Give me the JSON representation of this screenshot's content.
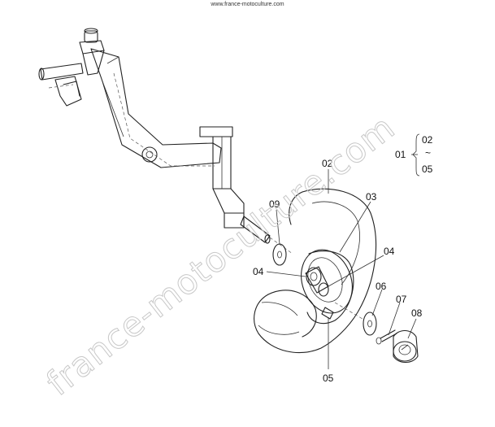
{
  "source_url": "www.france-motoculture.com",
  "watermark": "france-motoculture.com",
  "assembly": {
    "ref": "01",
    "range_start": "02",
    "range_tilde": "~",
    "range_end": "05"
  },
  "callouts": {
    "p02": "02",
    "p03": "03",
    "p04a": "04",
    "p04b": "04",
    "p05": "05",
    "p06": "06",
    "p07": "07",
    "p08": "08",
    "p09": "09"
  }
}
